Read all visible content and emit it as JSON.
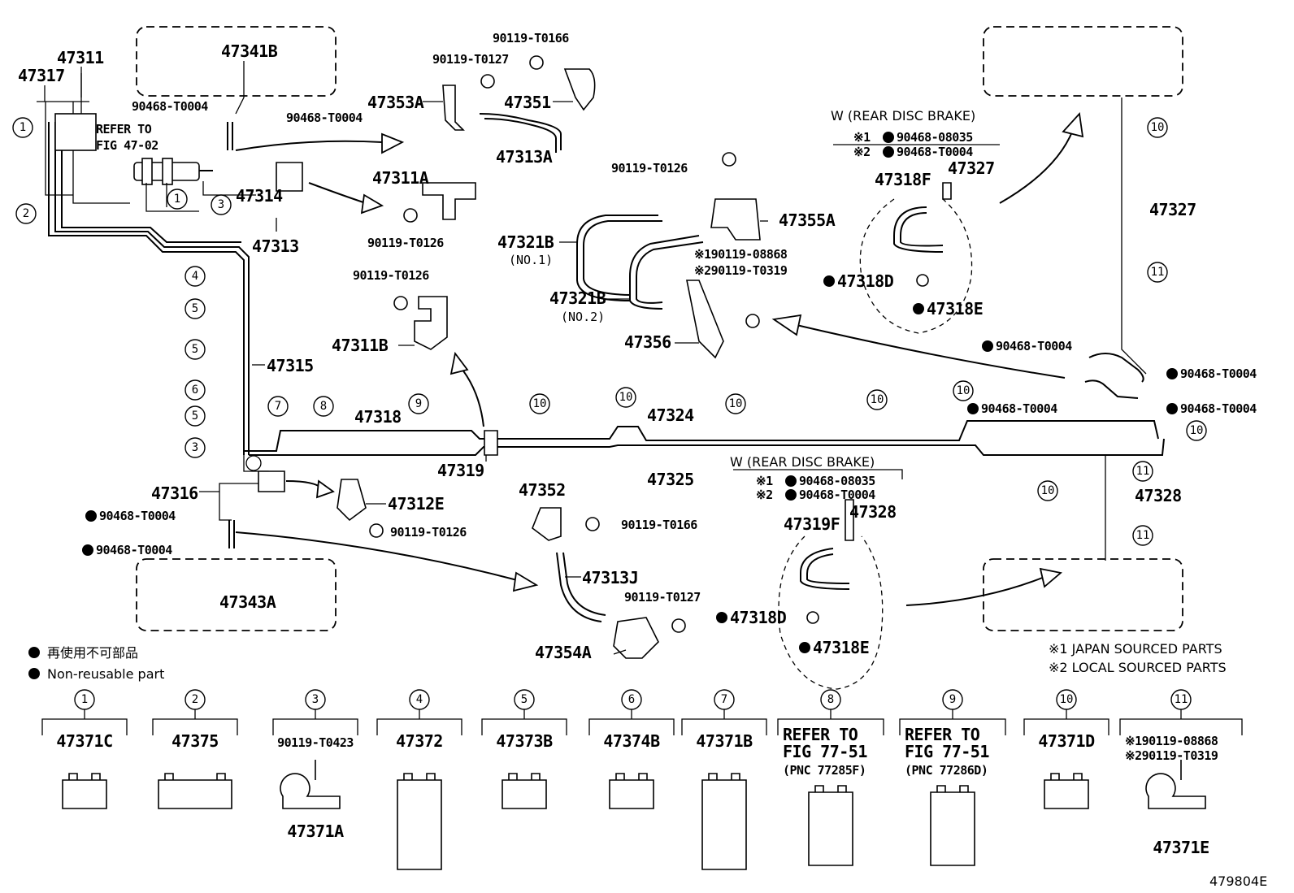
{
  "labels": {
    "p47311": "47311",
    "p47317": "47317",
    "p47341B": "47341B",
    "p90468_a": "90468-T0004",
    "p90468_b": "90468-T0004",
    "refer1": "REFER TO",
    "refer1b": "FIG 47-02",
    "p47314": "47314",
    "p47313": "47313",
    "p90119_t0127a": "90119-T0127",
    "p90119_t0166a": "90119-T0166",
    "p47353A": "47353A",
    "p47351": "47351",
    "p47313A": "47313A",
    "p47311A": "47311A",
    "p90119_t0126a": "90119-T0126",
    "p90119_t0126b": "90119-T0126",
    "p47311B": "47311B",
    "p90119_t0126c": "90119-T0126",
    "p47321B_1": "47321B",
    "no1": "(NO.1)",
    "p47321B_2": "47321B",
    "no2": "(NO.2)",
    "p47355A": "47355A",
    "k1_08868": "※190119-08868",
    "k2_t0319": "※290119-T0319",
    "p47356": "47356",
    "w_rear1": "W (REAR DISC BRAKE)",
    "k1_08035a": "※1",
    "p90468_08035a": "90468-08035",
    "k2_t0004a": "※2",
    "p90468_t0004c": "90468-T0004",
    "p47318F": "47318F",
    "p47327a": "47327",
    "p47327b": "47327",
    "p47318D": "47318D",
    "p47318E": "47318E",
    "p90468_t0004d": "90468-T0004",
    "p90468_t0004e": "90468-T0004",
    "p90468_t0004f": "90468-T0004",
    "p90468_t0004g": "90468-T0004",
    "p47315": "47315",
    "p47318": "47318",
    "p47324": "47324",
    "p47319": "47319",
    "p47325": "47325",
    "w_rear2": "W (REAR DISC BRAKE)",
    "k1_08035b": "※1",
    "p90468_08035b": "90468-08035",
    "k2_t0004b": "※2",
    "p90468_t0004h": "90468-T0004",
    "p47319F": "47319F",
    "p47328a": "47328",
    "p47328b": "47328",
    "p47316": "47316",
    "p90468_t0004i": "90468-T0004",
    "p90468_t0004j": "90468-T0004",
    "p47312E": "47312E",
    "p90119_t0126d": "90119-T0126",
    "p47352": "47352",
    "p90119_t0166b": "90119-T0166",
    "p47313J": "47313J",
    "p90119_t0127b": "90119-T0127",
    "p47354A": "47354A",
    "p47318D_2": "47318D",
    "p47318E_2": "47318E",
    "p47343A": "47343A",
    "legend_jp": "再使用不可部品",
    "legend_en": "Non-reusable part",
    "sourced1": "※1 JAPAN SOURCED PARTS",
    "sourced2": "※2 LOCAL SOURCED PARTS",
    "fig_id": "479804E"
  },
  "clamps": [
    {
      "num": "1",
      "part": "47371C"
    },
    {
      "num": "2",
      "part": "47375"
    },
    {
      "num": "3",
      "part": "90119-T0423",
      "part2": "47371A"
    },
    {
      "num": "4",
      "part": "47372"
    },
    {
      "num": "5",
      "part": "47373B"
    },
    {
      "num": "6",
      "part": "47374B"
    },
    {
      "num": "7",
      "part": "47371B"
    },
    {
      "num": "8",
      "part": "REFER TO",
      "part2": "FIG 77-51",
      "part3": "(PNC 77285F)"
    },
    {
      "num": "9",
      "part": "REFER TO",
      "part2": "FIG 77-51",
      "part3": "(PNC 77286D)"
    },
    {
      "num": "10",
      "part": "47371D"
    },
    {
      "num": "11",
      "part": "※190119-08868",
      "part2": "※290119-T0319",
      "part3": "47371E"
    }
  ],
  "callouts": [
    "1",
    "1",
    "2",
    "3",
    "3",
    "4",
    "5",
    "5",
    "6",
    "5",
    "7",
    "8",
    "9",
    "10",
    "10",
    "10",
    "10",
    "10",
    "10",
    "10",
    "10",
    "11",
    "11",
    "11",
    "11"
  ]
}
